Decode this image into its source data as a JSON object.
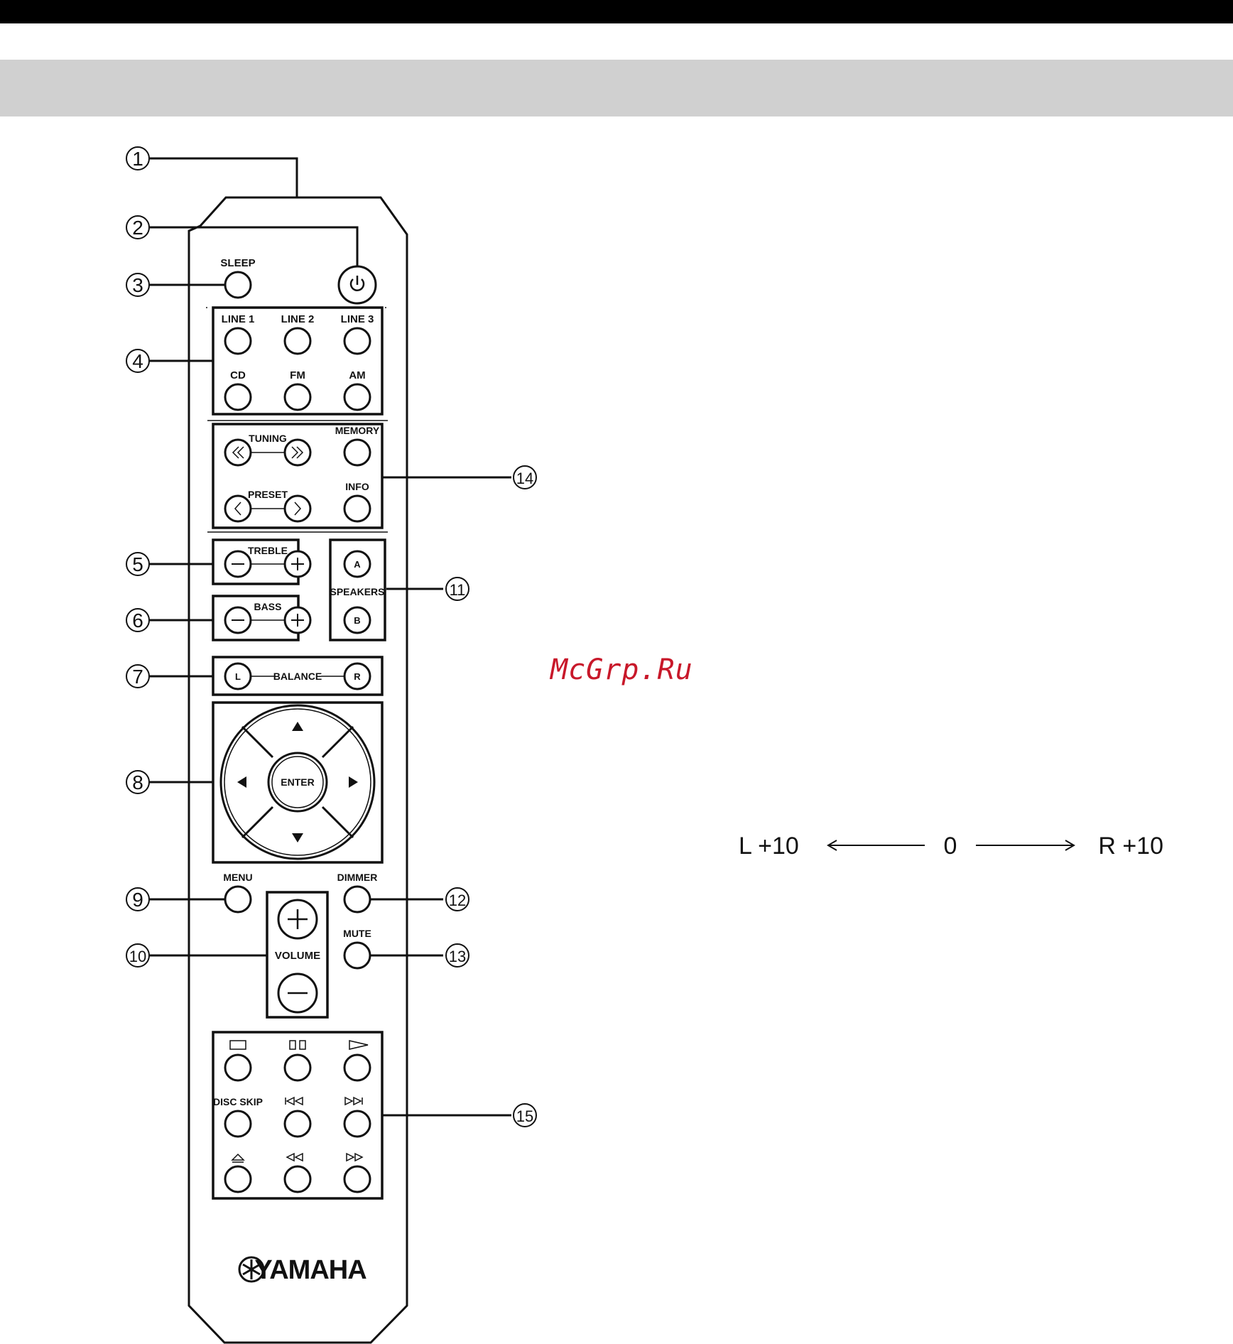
{
  "remote": {
    "brand": "YAMAHA",
    "buttons": {
      "sleep": "SLEEP",
      "line1": "LINE 1",
      "line2": "LINE 2",
      "line3": "LINE 3",
      "cd": "CD",
      "fm": "FM",
      "am": "AM",
      "tuning": "TUNING",
      "memory": "MEMORY",
      "preset": "PRESET",
      "info": "INFO",
      "treble": "TREBLE",
      "bass": "BASS",
      "speakers": "SPEAKERS",
      "speaker_a": "A",
      "speaker_b": "B",
      "balance": "BALANCE",
      "balance_l": "L",
      "balance_r": "R",
      "enter": "ENTER",
      "menu": "MENU",
      "dimmer": "DIMMER",
      "mute": "MUTE",
      "volume": "VOLUME",
      "disc_skip": "DISC SKIP"
    },
    "icons": [
      "power-icon",
      "rewind-fast-icon",
      "forward-fast-icon",
      "chevron-left-icon",
      "chevron-right-icon",
      "minus-icon",
      "plus-icon",
      "arrow-up-icon",
      "arrow-down-icon",
      "arrow-left-icon",
      "arrow-right-icon",
      "stop-icon",
      "pause-icon",
      "play-icon",
      "skip-back-icon",
      "skip-forward-icon",
      "eject-icon",
      "rewind-icon",
      "fast-forward-icon",
      "yamaha-logo-icon"
    ]
  },
  "callouts": [
    "1",
    "2",
    "3",
    "4",
    "5",
    "6",
    "7",
    "8",
    "9",
    "10",
    "11",
    "12",
    "13",
    "14",
    "15"
  ],
  "balance_scale": {
    "left": "L +10",
    "center": "0",
    "right": "R +10"
  },
  "watermark": "McGrp.Ru"
}
